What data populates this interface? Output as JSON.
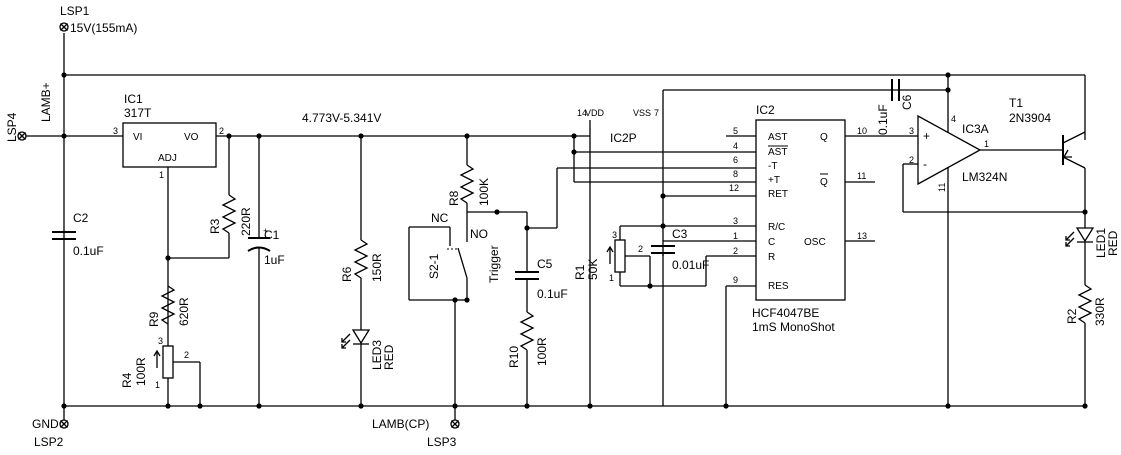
{
  "ports": {
    "lsp1": "LSP1",
    "lsp1_value": "15V(155mA)",
    "lsp4": "LSP4",
    "lamb_plus": "LAMB+",
    "gnd": "GND",
    "lsp2": "LSP2",
    "lamb_cp": "LAMB(CP)",
    "lsp3": "LSP3"
  },
  "ic1": {
    "ref": "IC1",
    "part": "317T",
    "vi": "VI",
    "vo": "VO",
    "adj": "ADJ",
    "pin3": "3",
    "pin2": "2",
    "pin1": "1"
  },
  "rail_voltage": "4.773V-5.341V",
  "c2": {
    "ref": "C2",
    "value": "0.1uF"
  },
  "r3": {
    "ref": "R3",
    "value": "220R"
  },
  "c1": {
    "ref": "C1",
    "value": "1uF"
  },
  "r9": {
    "ref": "R9",
    "value": "620R"
  },
  "r4": {
    "ref": "R4",
    "value": "100R",
    "pin1": "1",
    "pin2": "2",
    "pin3": "3"
  },
  "r6": {
    "ref": "R6",
    "value": "150R"
  },
  "led3": {
    "ref": "LED3",
    "color": "RED"
  },
  "r8": {
    "ref": "R8",
    "value": "100K"
  },
  "switch": {
    "ref": "S2-1",
    "nc": "NC",
    "no": "NO",
    "label": "Trigger"
  },
  "c5": {
    "ref": "C5",
    "value": "0.1uF"
  },
  "r10": {
    "ref": "R10",
    "value": "100R"
  },
  "ic2p": {
    "ref": "IC2P",
    "vdd": "VDD",
    "vss": "VSS",
    "pin14": "14",
    "pin7": "7"
  },
  "ic2": {
    "ref": "IC2",
    "part": "HCF4047BE",
    "desc": "1mS MonoShot",
    "pins": {
      "ast": "AST",
      "ast_bar": "AST",
      "minus_t": "-T",
      "plus_t": "+T",
      "ret": "RET",
      "rc": "R/C",
      "c": "C",
      "r": "R",
      "res": "RES",
      "q": "Q",
      "q_bar": "Q",
      "osc": "OSC"
    },
    "pin_numbers": {
      "ast": "5",
      "ast_bar": "4",
      "minus_t": "6",
      "plus_t": "8",
      "ret": "12",
      "rc": "3",
      "c": "1",
      "r": "2",
      "res": "9",
      "q": "10",
      "q_bar": "11",
      "osc": "13"
    }
  },
  "r1": {
    "ref": "R1",
    "value": "50K",
    "pin1": "1",
    "pin2": "2",
    "pin3": "3"
  },
  "c3": {
    "ref": "C3",
    "value": "0.01uF"
  },
  "c6": {
    "ref": "C6",
    "value": "0.1uF"
  },
  "ic3a": {
    "ref": "IC3A",
    "part": "LM324N",
    "plus": "+",
    "minus": "-",
    "pin3": "3",
    "pin2": "2",
    "pin1": "1",
    "pin4": "4",
    "pin11": "11"
  },
  "t1": {
    "ref": "T1",
    "part": "2N3904"
  },
  "led1": {
    "ref": "LED1",
    "color": "RED"
  },
  "r2": {
    "ref": "R2",
    "value": "330R"
  }
}
